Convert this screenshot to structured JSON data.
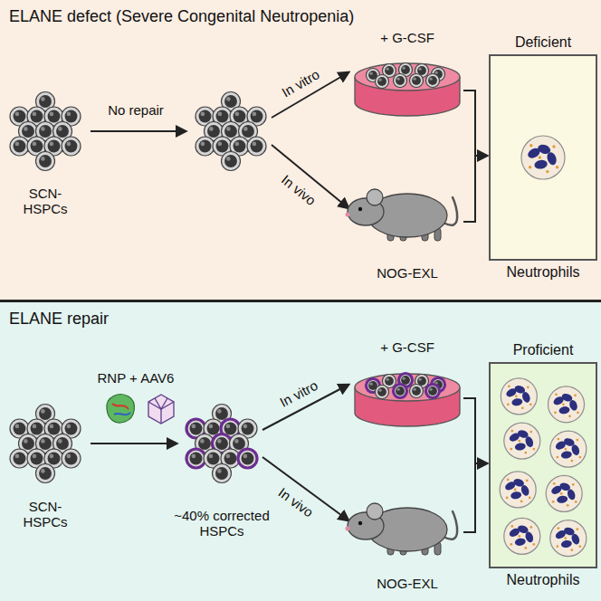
{
  "diagram": {
    "nodes": [
      {
        "text": [
          "ELANE defect (Severe Congenital Neutropenia)"
        ]
      },
      {
        "text": [
          "Deficient",
          "Neutrophils"
        ],
        "in": 0
      },
      {
        "text": [
          "ELANE repair"
        ]
      },
      {
        "text": [
          "Proficient",
          "Neutrophils"
        ],
        "in": 2
      }
    ],
    "labels": [
      "No repair",
      "+ G-CSF",
      "In vitro",
      "In vivo",
      "SCN- HSPCs",
      "NOG-EXL",
      "RNP + AAV6",
      "+ G-CSF",
      "In vitro",
      "In vivo",
      "SCN- HSPCs",
      "~40% corrected HSPCs",
      "NOG-EXL"
    ]
  }
}
